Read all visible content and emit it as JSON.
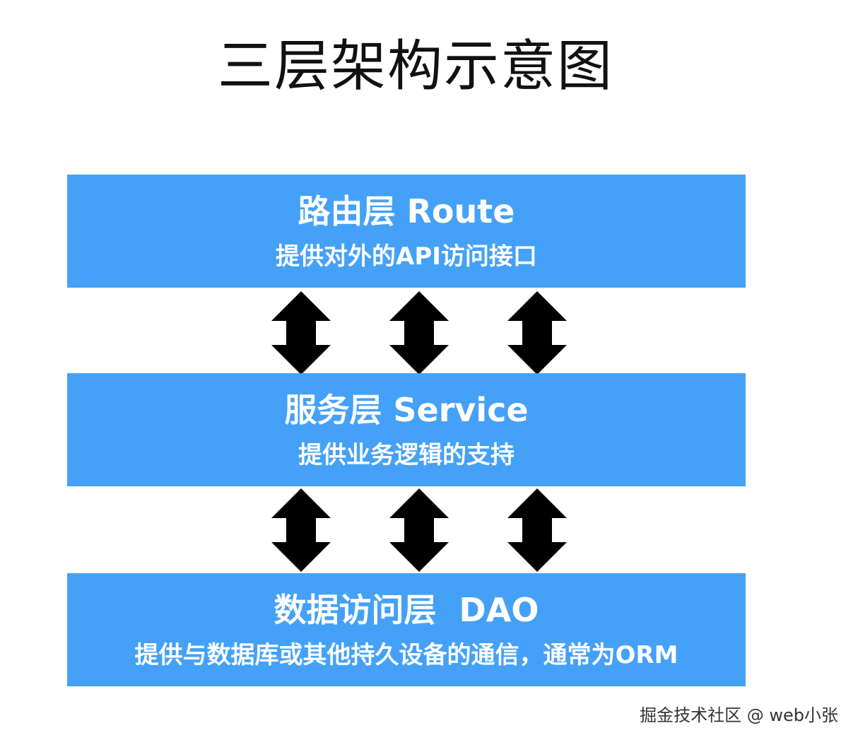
{
  "title": "三层架构示意图",
  "layers": [
    {
      "name": "路由层 Route",
      "description": "提供对外的API访问接口"
    },
    {
      "name": "服务层 Service",
      "description": "提供业务逻辑的支持"
    },
    {
      "name": "数据访问层  DAO",
      "description": "提供与数据库或其他持久设备的通信，通常为ORM"
    }
  ],
  "colors": {
    "layer_fill": "#44a1f7",
    "layer_text": "#ffffff",
    "arrow_fill": "#000000",
    "title_text": "#111111"
  },
  "arrows": {
    "icon": "double-headed-vertical-arrow-icon"
  },
  "watermark": "掘金技术社区 @ web小张"
}
